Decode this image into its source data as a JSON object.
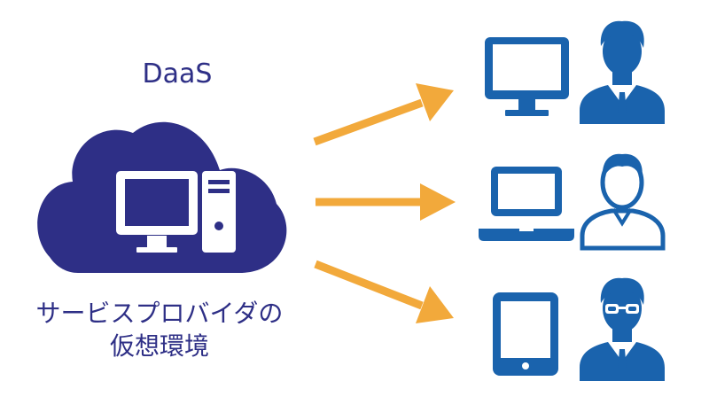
{
  "title": "DaaS",
  "provider": {
    "line1": "サービスプロバイダの",
    "line2": "仮想環境"
  },
  "colors": {
    "cloud": "#2e2f86",
    "device_blue": "#1a63ad",
    "arrow": "#f2a93b",
    "white": "#ffffff"
  },
  "server": {
    "devices": [
      "desktop-monitor-icon",
      "tower-pc-icon"
    ]
  },
  "clients": [
    {
      "device": "desktop-monitor-icon",
      "user": "user-icon"
    },
    {
      "device": "laptop-icon",
      "user": "user-outline-icon"
    },
    {
      "device": "tablet-icon",
      "user": "user-glasses-icon"
    }
  ]
}
